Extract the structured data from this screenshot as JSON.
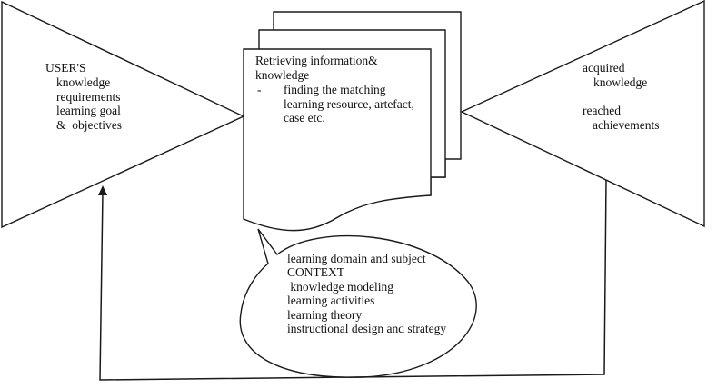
{
  "diagram": {
    "left_triangle": {
      "title": "USER'S",
      "lines": [
        "knowledge",
        "requirements",
        "learning goal",
        "&  objectives"
      ]
    },
    "document_stack": {
      "title_line1": "Retrieving information&",
      "title_line2": "knowledge",
      "bullet": "-",
      "bullet_lines": [
        "finding the matching",
        "learning resource, artefact,",
        "case etc."
      ]
    },
    "right_triangle": {
      "item1": "acquired",
      "item1_sub": "knowledge",
      "item2": "reached",
      "item2_sub": "achievements"
    },
    "callout": {
      "lines": [
        "learning domain and subject",
        "CONTEXT",
        " knowledge modeling",
        "learning activities",
        "learning theory",
        "instructional design and strategy"
      ]
    },
    "feedback_arrow": {
      "from": "right-triangle",
      "to": "left-triangle"
    }
  }
}
